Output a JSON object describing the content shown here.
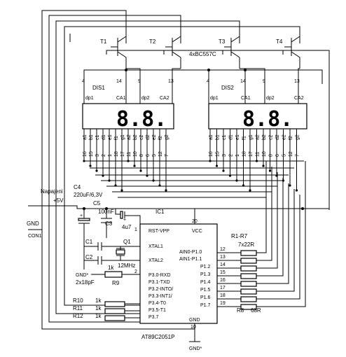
{
  "transistors": {
    "T1": "T1",
    "T2": "T2",
    "T3": "T3",
    "T4": "T4",
    "type": "4xBC557C"
  },
  "displays": {
    "dis1": {
      "name": "DIS1",
      "digits": "8.8.",
      "top_pins": [
        "4",
        "14",
        "9",
        "13"
      ],
      "top_labels": [
        "dp1",
        "CA1",
        "dp2",
        "CA2"
      ],
      "bottom_labels": [
        "a1",
        "b1",
        "c1",
        "d1",
        "e1",
        "f1",
        "g1",
        "a2",
        "b2",
        "c2",
        "d2",
        "e2",
        "f2",
        "g2"
      ],
      "bottom_pins": [
        "16",
        "15",
        "3",
        "2",
        "1",
        "18",
        "17",
        "11",
        "10",
        "8",
        "6",
        "5",
        "12",
        "7"
      ]
    },
    "dis2": {
      "name": "DIS2",
      "digits": "8.8.",
      "top_pins": [
        "4",
        "14",
        "9",
        "13"
      ],
      "top_labels": [
        "dp1",
        "CA1",
        "dp2",
        "CA2"
      ],
      "bottom_labels": [
        "a1",
        "b1",
        "c1",
        "d1",
        "e1",
        "f1",
        "g1",
        "a2",
        "b2",
        "c2",
        "d2",
        "e2",
        "f2",
        "g2"
      ],
      "bottom_pins": [
        "16",
        "15",
        "3",
        "2",
        "1",
        "18",
        "17",
        "11",
        "10",
        "8",
        "6",
        "5",
        "12",
        "7"
      ]
    }
  },
  "power": {
    "label1": "Napajeni",
    "label2": "+5V",
    "gnd": "GND",
    "con": "CON1"
  },
  "components": {
    "C4_name": "C4",
    "C4_value": "220uF/6,3V",
    "C5_name": "C5",
    "C5_value": "100nF",
    "C3_name": "C3",
    "C3_value": "4u7",
    "C1_name": "C1",
    "C2_name": "C2",
    "caps_value": "2x18pF",
    "Q1_name": "Q1",
    "Q1_value": "12MHz",
    "R9_name": "R9",
    "R9_value": "1k",
    "IC1_name": "IC1",
    "resnet_name": "R1-R7",
    "resnet_value": "7x22R",
    "R8_name": "R8",
    "R8_value": "68R",
    "R10_name": "R10",
    "R10_value": "1k",
    "R11_name": "R11",
    "R11_value": "1k",
    "R12_name": "R12",
    "R12_value": "1k",
    "gnd_star": "GND*"
  },
  "ic": {
    "part": "AT89C2051P",
    "vcc_pin": "20",
    "vcc_label": "VCC",
    "gnd_pin": "10",
    "gnd_label": "GND",
    "left_pins": [
      "RST-VPP",
      "XTAL1",
      "XTAL2",
      "P3.0-RXD",
      "P3.1-TXD",
      "P3.2-INTO/",
      "P3.3-INT1/",
      "P3.4-T0",
      "P3.5-T1",
      "P3.7"
    ],
    "right_pins": [
      "AIN0-P1.0",
      "AIN1-P1.1",
      "P1.2",
      "P1.3",
      "P1.4",
      "P1.5",
      "P1.6",
      "P1.7"
    ],
    "right_numbers": [
      "12",
      "13",
      "14",
      "15",
      "16",
      "17",
      "18",
      "19"
    ],
    "pin1": "1",
    "pin2": "2"
  }
}
